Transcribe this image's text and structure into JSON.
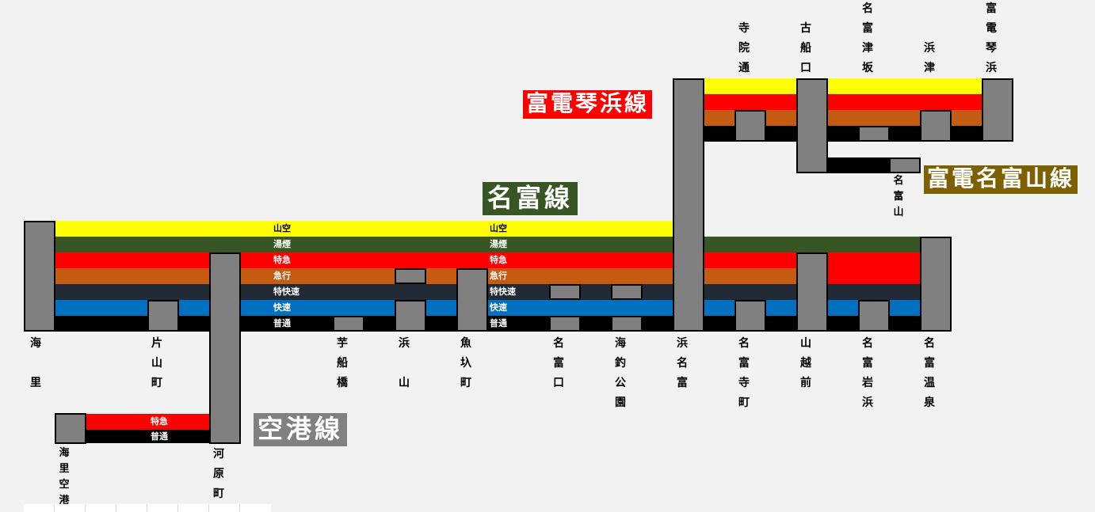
{
  "colors": {
    "yamaku": "#ffff00",
    "yuken": "#375623",
    "tokkyu": "#ff0000",
    "kyuko": "#c55a11",
    "tokkaisoku": "#222b35",
    "kaisoku": "#0070c0",
    "futsu": "#000000",
    "station_fill": "#808080",
    "background": "#f2f2f2"
  },
  "lines": {
    "meitomi": {
      "title": "名富線",
      "title_bg": "#375623"
    },
    "kotohama": {
      "title": "富電琴浜線",
      "title_bg": "#ff0000"
    },
    "meitomiyama": {
      "title": "富電名富山線",
      "title_bg": "#7f6000"
    },
    "airport": {
      "title": "空港線",
      "title_bg": "#808080"
    }
  },
  "service_labels": {
    "yamaku": "山空",
    "yuken": "湯煙",
    "tokkyu": "特急",
    "kyuko": "急行",
    "tokkaisoku": "特快速",
    "kaisoku": "快速",
    "futsu": "普通"
  },
  "stations": {
    "kairi": "海\n\n里",
    "katayama": "片\n山\n町",
    "kawaramachi": "河\n原\n町",
    "imofunabashi": "芋\n船\n橋",
    "hamayama": "浜\n\n山",
    "uohachimachi": "魚\n圦\n町",
    "meitomiguchi": "名\n富\n口",
    "kaichokoen": "海\n釣\n公\n園",
    "hamameitomi": "浜\n名\n富",
    "meitomiderama": "名\n富\n寺\n町",
    "yamakoshimae": "山\n越\n前",
    "meitomiiwahama": "名\n富\n岩\n浜",
    "meitomionsen": "名\n富\n温\n泉",
    "jiindori": "寺\n院\n通",
    "furufunaguchi": "古\n船\n口",
    "meitomitsusaka": "名\n富\n津\n坂",
    "hamatsu": "浜\n津",
    "tomidenkotohama": "富\n電\n琴\n浜",
    "meitomiyama": "名\n富\n山",
    "kairikuko": "海\n里\n空\n港"
  }
}
